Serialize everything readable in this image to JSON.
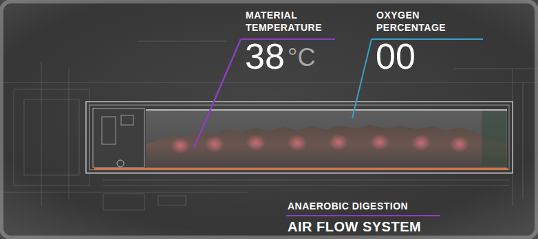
{
  "diagram": {
    "labels": [
      "MATERIAL TEMPERATURE",
      "38",
      "°C",
      "OXYGEN PERCENTAGE",
      "00",
      "ANAEROBIC DIGESTION",
      "AIR FLOW SYSTEM"
    ]
  }
}
